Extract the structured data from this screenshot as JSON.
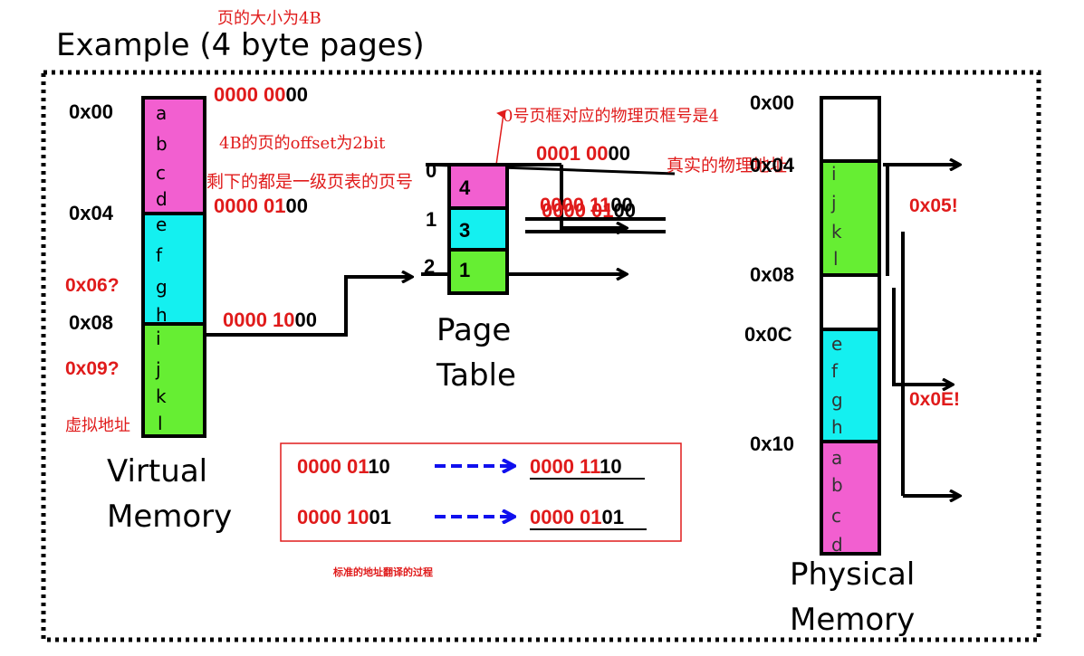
{
  "annotations": {
    "page_size_note": "页的大小为4B",
    "offset_note": "4B的页的offset为2bit",
    "rest_note": "剩下的都是一级页表的页号",
    "frame_note": "0号页框对应的物理页框号是4",
    "real_addr_note": "真实的物理地址",
    "virtual_addr_note": "虚拟地址",
    "process_note": "标准的地址翻译的过程"
  },
  "title": "Example (4 byte pages)",
  "virtual_memory": {
    "label_line1": "Virtual",
    "label_line2": "Memory",
    "addresses": [
      "0x00",
      "0x04",
      "0x06?",
      "0x08",
      "0x09?"
    ],
    "letters": [
      "a",
      "b",
      "c",
      "d",
      "e",
      "f",
      "g",
      "h",
      "i",
      "j",
      "k",
      "l"
    ],
    "binary_labels": [
      {
        "red": "0000 00",
        "black": "00"
      },
      {
        "red": "0000 01",
        "black": "00"
      },
      {
        "red": "0000 10",
        "black": "00"
      }
    ]
  },
  "page_table": {
    "label_line1": "Page",
    "label_line2": "Table",
    "indices": [
      "0",
      "1",
      "2"
    ],
    "entries": [
      "4",
      "3",
      "1"
    ],
    "binary_labels": [
      {
        "red": "0001 00",
        "black": "00"
      },
      {
        "red": "0000 11",
        "black": "00"
      },
      {
        "red": "0000 01",
        "black": "00"
      }
    ]
  },
  "physical_memory": {
    "label_line1": "Physical",
    "label_line2": "Memory",
    "addresses": [
      "0x00",
      "0x04",
      "0x08",
      "0x0C",
      "0x10"
    ],
    "results": [
      "0x05!",
      "0x0E!"
    ],
    "letters_green": [
      "i",
      "j",
      "k",
      "l"
    ],
    "letters_cyan": [
      "e",
      "f",
      "g",
      "h"
    ],
    "letters_pink": [
      "a",
      "b",
      "c",
      "d"
    ]
  },
  "translations": [
    {
      "from_red": "0000 01",
      "from_black": "10",
      "to_red": "0000 11",
      "to_black": "10"
    },
    {
      "from_red": "0000 10",
      "from_black": "01",
      "to_red": "0000 01",
      "to_black": "01"
    }
  ],
  "colors": {
    "pink": "#f25fd0",
    "cyan": "#14f0f0",
    "green": "#66ee33",
    "red": "#e01b1b",
    "blue": "#1010ee"
  }
}
